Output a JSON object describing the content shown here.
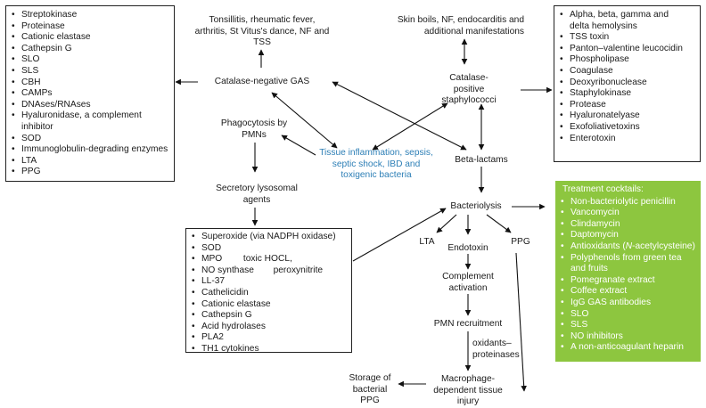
{
  "left_box_items": [
    "Streptokinase",
    "Proteinase",
    "Cationic elastase",
    "Cathepsin G",
    "SLO",
    "SLS",
    "CBH",
    "CAMPs",
    "DNAses/RNAses",
    "Hyaluronidase, a complement inhibitor",
    "SOD",
    "Immunoglobulin-degrading enzymes",
    "LTA",
    "PPG"
  ],
  "right_box_items": [
    "Alpha, beta, gamma and delta hemolysins",
    "TSS toxin",
    "Panton–valentine leucocidin",
    "Phospholipase",
    "Coagulase",
    "Deoxyribonuclease",
    "Staphylokinase",
    "Protease",
    "Hyaluronatelyase",
    "Exofoliativetoxins",
    "Enterotoxin"
  ],
  "lysosomal_box_items": [
    "Superoxide (via NADPH oxidase)",
    "SOD",
    "MPO",
    "toxic HOCL,",
    "NO synthase",
    "peroxynitrite",
    "LL-37",
    "Cathelicidin",
    "Cationic elastase",
    "Cathepsin G",
    "Acid hydrolases",
    "PLA2",
    "TH1 cytokines"
  ],
  "treatment": {
    "title": "Treatment cocktails:",
    "items": [
      "Non-bacteriolytic penicillin",
      "Vancomycin",
      "Clindamycin",
      "Daptomycin",
      "Antioxidants (",
      "N",
      "-acetylcysteine)",
      "Polyphenols from green tea and fruits",
      "Pomegranate extract",
      "Coffee extract",
      "IgG GAS antibodies",
      "SLO",
      "SLS",
      "NO inhibitors",
      "A non-anticoagulant heparin"
    ]
  },
  "nodes": {
    "gas_diseases": "Tonsillitis, rheumatic fever, arthritis, St Vitus's dance, NF and TSS",
    "staph_diseases": "Skin boils, NF, endocarditis and additional manifestations",
    "catalase_negative": "Catalase-negative GAS",
    "catalase_positive": "Catalase-positive staphylococci",
    "phagocytosis": "Phagocytosis by PMNs",
    "tissue_inflammation": "Tissue inflammation, sepsis, septic shock, IBD and toxigenic bacteria",
    "beta_lactams": "Beta-lactams",
    "secretory": "Secretory lysosomal agents",
    "bacteriolysis": "Bacteriolysis",
    "lta": "LTA",
    "endotoxin": "Endotoxin",
    "ppg": "PPG",
    "complement": "Complement activation",
    "pmn_recruitment": "PMN recruitment",
    "oxidants": "oxidants–proteinases",
    "macrophage": "Macrophage-dependent tissue injury",
    "storage": "Storage of bacterial PPG"
  }
}
